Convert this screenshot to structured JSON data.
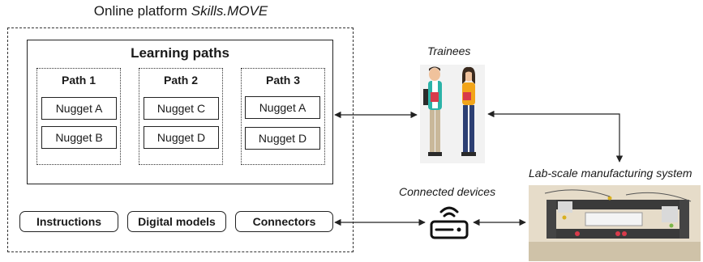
{
  "platform": {
    "title_prefix": "Online platform ",
    "title_name": "Skills.MOVE"
  },
  "learning_paths": {
    "title": "Learning paths",
    "paths": [
      {
        "title": "Path 1",
        "nuggets": [
          "Nugget A",
          "Nugget B"
        ]
      },
      {
        "title": "Path 2",
        "nuggets": [
          "Nugget C",
          "Nugget D"
        ]
      },
      {
        "title": "Path 3",
        "nuggets": [
          "Nugget A",
          "Nugget D"
        ]
      }
    ]
  },
  "modules": {
    "instructions": "Instructions",
    "digital_models": "Digital models",
    "connectors": "Connectors"
  },
  "trainees": {
    "label": "Trainees"
  },
  "devices": {
    "label": "Connected devices",
    "icon": "router-icon"
  },
  "lab": {
    "label": "Lab-scale manufacturing system"
  },
  "colors": {
    "trainee_jacket": "#2bb3a8",
    "trainee_top": "#f2a51a",
    "book": "#d83a4a",
    "pants_blue": "#2c3f73"
  }
}
